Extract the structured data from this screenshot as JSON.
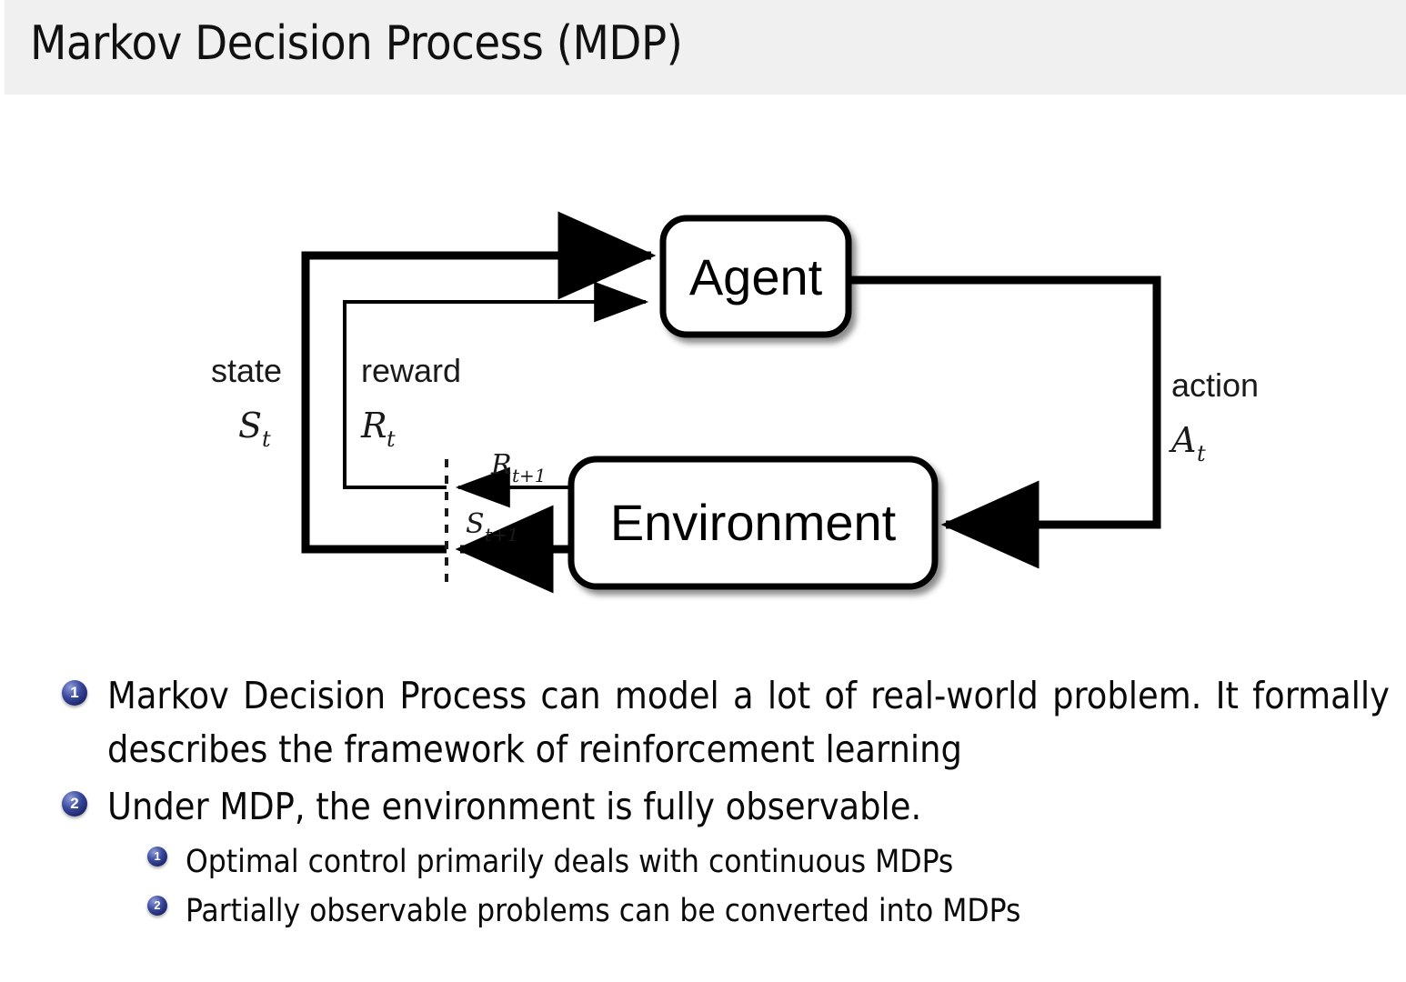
{
  "slide": {
    "title": "Markov Decision Process (MDP)",
    "header_bg": "#f0f0f0",
    "background": "#ffffff",
    "bullet_color": "#1b2468"
  },
  "diagram": {
    "name": "agent-environment-interaction-loop",
    "nodes": [
      {
        "id": "agent",
        "label": "Agent"
      },
      {
        "id": "environment",
        "label": "Environment"
      }
    ],
    "edge_labels": {
      "state_word": "state",
      "state_sym": "S",
      "state_sub": "t",
      "reward_word": "reward",
      "reward_sym": "R",
      "reward_sub": "t",
      "action_word": "action",
      "action_sym": "A",
      "action_sub": "t",
      "reward_next_sym": "R",
      "reward_next_sub": "t+1",
      "state_next_sym": "S",
      "state_next_sub": "t+1"
    }
  },
  "bullets": [
    {
      "level": 1,
      "number": "1",
      "text": "Markov Decision Process can model a lot of real-world problem. It formally describes the framework of reinforcement learning"
    },
    {
      "level": 1,
      "number": "2",
      "text": "Under MDP, the environment is fully observable."
    },
    {
      "level": 2,
      "number": "1",
      "text": "Optimal control primarily deals with continuous MDPs"
    },
    {
      "level": 2,
      "number": "2",
      "text": "Partially observable problems can be converted into MDPs"
    }
  ]
}
